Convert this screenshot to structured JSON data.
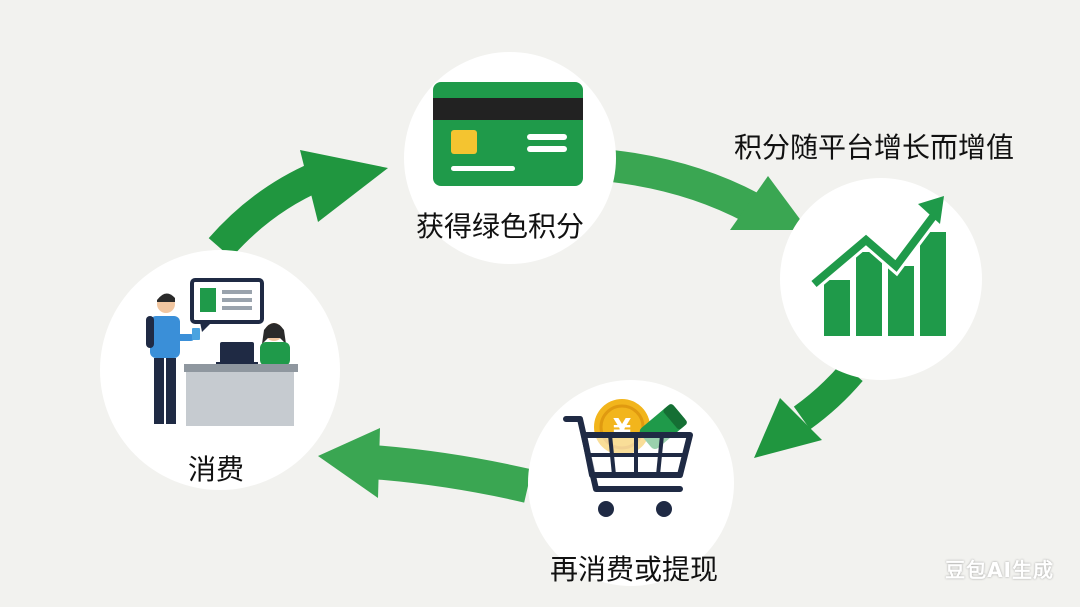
{
  "diagram": {
    "nodes": {
      "credits": {
        "label": "获得绿色积分",
        "icon": "credit-card-icon"
      },
      "growth": {
        "label": "积分随平台增长而增值",
        "icon": "bar-chart-growth-icon"
      },
      "reuse": {
        "label": "再消费或提现",
        "icon": "shopping-cart-coin-icon"
      },
      "consume": {
        "label": "消费",
        "icon": "checkout-counter-icon"
      }
    },
    "flow": [
      "consume",
      "credits",
      "growth",
      "reuse",
      "consume"
    ]
  },
  "watermark": "豆包AI生成",
  "colors": {
    "arrow_green": "#34a853",
    "arrow_green_dark": "#1e8e3e",
    "icon_green": "#1f9a4a",
    "card_stripe": "#222222",
    "card_chip": "#f4c430",
    "coin": "#f2b51c",
    "background": "#f2f2ef"
  }
}
